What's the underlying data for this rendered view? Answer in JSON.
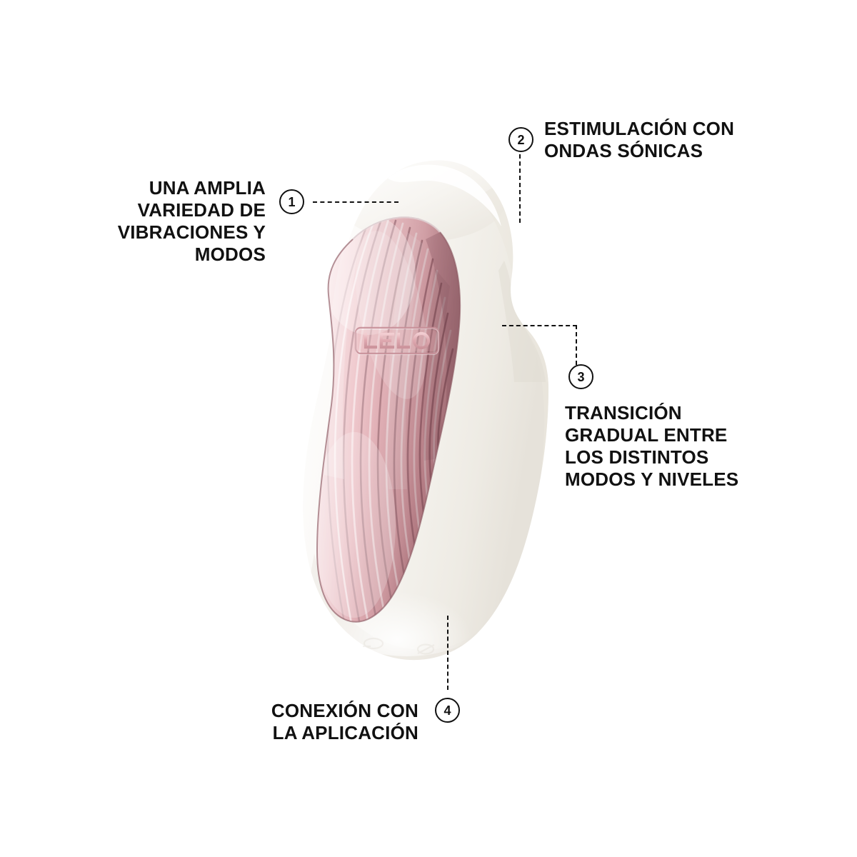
{
  "page": {
    "type": "product-feature-infographic",
    "background_color": "#ffffff",
    "language": "es"
  },
  "product": {
    "brand_logo_text": "LELO",
    "body_color": "#f6f4f0",
    "body_shadow_color": "#e2ded7",
    "accent_color": "#e3b6bb",
    "accent_dark_color": "#8f5f68",
    "accent_light_color": "#f7dcdd",
    "metal_finish": "rose-gold",
    "silhouette": "organic kidney shape with sonic nozzle tip"
  },
  "callouts": [
    {
      "number": "1",
      "text": "UNA AMPLIA\nVARIEDAD DE\nVIBRACIONES Y\nMODOS",
      "align": "right",
      "connector": "horizontal-dashed"
    },
    {
      "number": "2",
      "text": "ESTIMULACIÓN CON\nONDAS SÓNICAS",
      "align": "left",
      "connector": "vertical-dashed"
    },
    {
      "number": "3",
      "text": "TRANSICIÓN\nGRADUAL ENTRE\nLOS DISTINTOS\nMODOS Y NIVELES",
      "align": "left",
      "connector": "elbow-dashed"
    },
    {
      "number": "4",
      "text": "CONEXIÓN CON\nLA APLICACIÓN",
      "align": "right",
      "connector": "vertical-dashed"
    }
  ],
  "colors": {
    "text": "#111111",
    "line": "#111111",
    "background": "#ffffff"
  }
}
